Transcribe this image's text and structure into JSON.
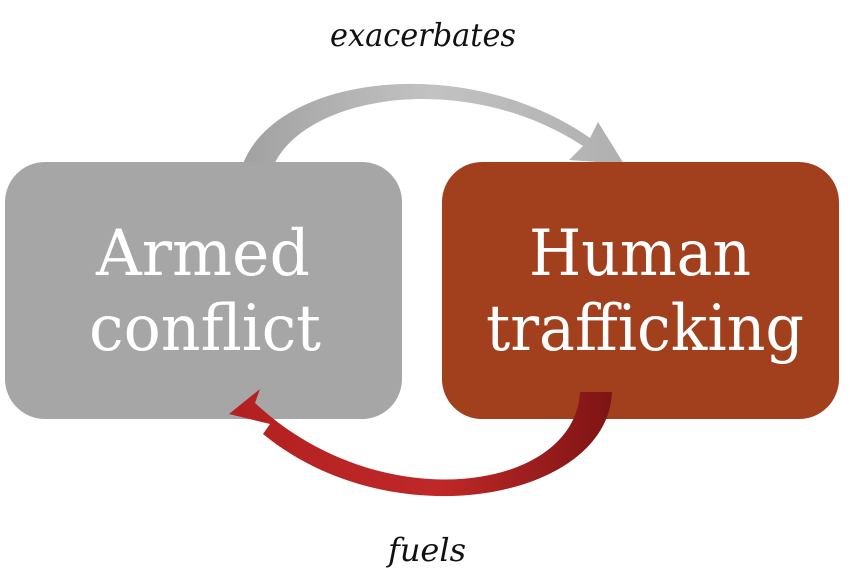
{
  "nodes": {
    "armed_conflict": {
      "line1": "Armed",
      "line2": "conflict",
      "color": "#a6a6a6"
    },
    "human_trafficking": {
      "line1": "Human",
      "line2": "trafficking",
      "color": "#a23f1d"
    }
  },
  "edges": {
    "top": {
      "label": "exacerbates",
      "color": "#b3b3b3"
    },
    "bottom": {
      "label": "fuels",
      "color": "#b42020"
    }
  }
}
